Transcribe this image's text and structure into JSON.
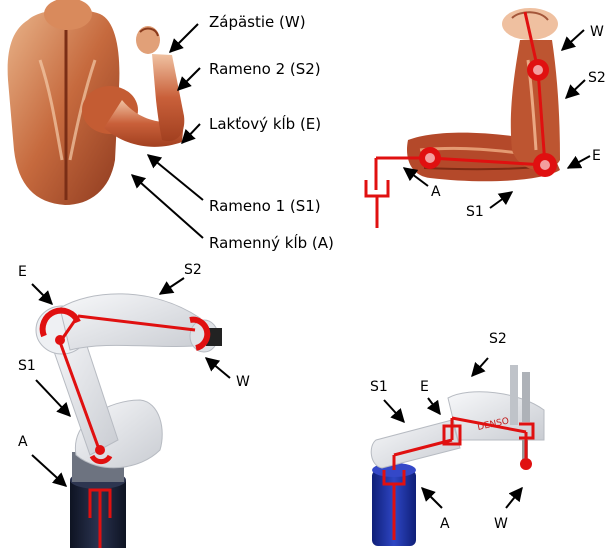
{
  "human_arm_labels": {
    "wrist": "Zápästie (W)",
    "upper_arm_2": "Rameno 2 (S2)",
    "elbow": "Lakťový kĺb (E)",
    "upper_arm_1": "Rameno 1 (S1)",
    "shoulder": "Ramenný kĺb (A)"
  },
  "arm_schematic_labels": {
    "w": "W",
    "s2": "S2",
    "e": "E",
    "a": "A",
    "s1": "S1"
  },
  "robot_arm_labels": {
    "e": "E",
    "s2": "S2",
    "s1": "S1",
    "w": "W",
    "a": "A"
  },
  "scara_labels": {
    "s2": "S2",
    "s1": "S1",
    "e": "E",
    "a": "A",
    "w": "W"
  },
  "colors": {
    "muscle": "#b8532e",
    "muscle_light": "#e3a37c",
    "joint_red": "#e01010",
    "robot_body": "#e4e6ea",
    "robot_base": "#1b2236",
    "scara_base": "#1a2a8c"
  }
}
